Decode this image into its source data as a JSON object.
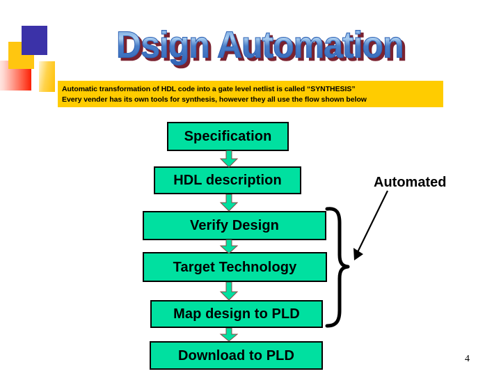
{
  "slide": {
    "title": "Dsign Automation",
    "page_number": "4",
    "background_color": "#ffffff"
  },
  "decorations": {
    "blue_square_color": "#3b32a8",
    "amber_square_color": "#ffc610",
    "red_gradient_color": "#fb1f05",
    "amber_gradient_color": "#ffc000"
  },
  "title_art": {
    "text": "Dsign Automation",
    "fill_color": "#3a6fc4",
    "shadow_color": "#7a2230",
    "highlight_color": "#a9cdf0"
  },
  "banner": {
    "background_color": "#ffcc00",
    "text_color": "#000000",
    "line1": "Automatic transformation of HDL code into a gate level netlist is called “SYNTHESIS”",
    "line2": "Every vender has its own tools for synthesis,  however they all use the flow shown below"
  },
  "flowchart": {
    "box_fill_color": "#00e0a0",
    "box_border_color": "#000000",
    "arrow_fill_color": "#00e0a0",
    "boxes": [
      {
        "label": "Specification"
      },
      {
        "label": "HDL description"
      },
      {
        "label": "Verify Design"
      },
      {
        "label": "Target Technology"
      },
      {
        "label": "Map design to PLD"
      },
      {
        "label": "Download to PLD"
      }
    ],
    "connectors": [
      {
        "name": "arrow-specification-to-hdl"
      },
      {
        "name": "arrow-hdl-to-verify"
      },
      {
        "name": "arrow-verify-to-target"
      },
      {
        "name": "arrow-target-to-map"
      },
      {
        "name": "arrow-map-to-download"
      }
    ]
  },
  "annotation": {
    "label": "Automated",
    "brace_name": "right-curly-brace",
    "pointer_name": "annotation-arrow"
  }
}
